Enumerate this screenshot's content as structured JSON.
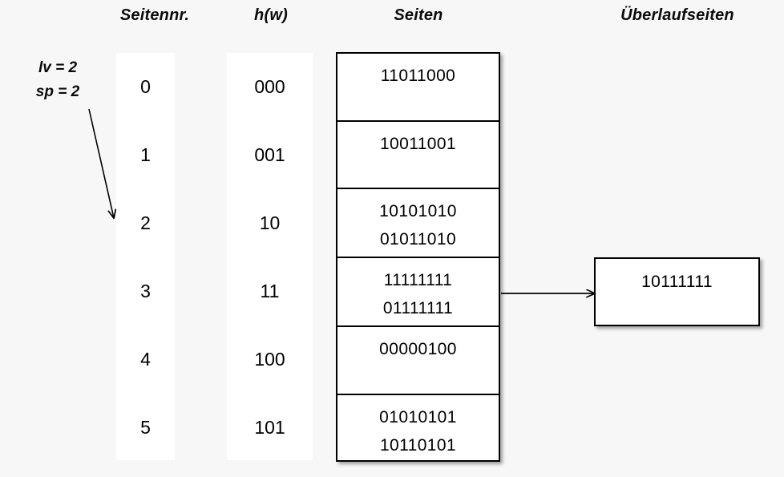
{
  "headers": {
    "seitennr": "Seitennr.",
    "hw": "h(w)",
    "seiten": "Seiten",
    "ueberlaufseiten": "Überlaufseiten"
  },
  "params": {
    "lv": "lv = 2",
    "sp": "sp = 2"
  },
  "rows": [
    {
      "seitennr": "0",
      "hw": "000"
    },
    {
      "seitennr": "1",
      "hw": "001"
    },
    {
      "seitennr": "2",
      "hw": "10"
    },
    {
      "seitennr": "3",
      "hw": "11"
    },
    {
      "seitennr": "4",
      "hw": "100"
    },
    {
      "seitennr": "5",
      "hw": "101"
    }
  ],
  "pages": [
    {
      "line1": "11011000",
      "line2": ""
    },
    {
      "line1": "10011001",
      "line2": ""
    },
    {
      "line1": "10101010",
      "line2": "01011010"
    },
    {
      "line1": "11111111",
      "line2": "01111111"
    },
    {
      "line1": "00000100",
      "line2": ""
    },
    {
      "line1": "01010101",
      "line2": "10110101"
    }
  ],
  "overflow_pages": [
    {
      "line1": "10111111"
    }
  ],
  "colors": {
    "background": "#f7f7f7",
    "surface": "#ffffff",
    "stroke": "#000000",
    "text": "#000000"
  }
}
